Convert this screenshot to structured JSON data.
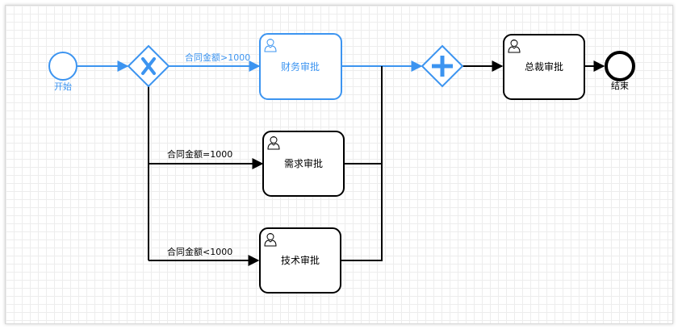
{
  "colors": {
    "active": "#3c94f0",
    "default": "#000000"
  },
  "nodes": {
    "start": {
      "label": "开始",
      "status": "completed"
    },
    "exclusive_gateway": {
      "type": "exclusive"
    },
    "finance_approval": {
      "label": "财务审批",
      "status": "completed",
      "icon": "user-icon"
    },
    "demand_approval": {
      "label": "需求审批",
      "status": "pending",
      "icon": "user-icon"
    },
    "tech_approval": {
      "label": "技术审批",
      "status": "pending",
      "icon": "user-icon"
    },
    "parallel_gateway": {
      "type": "parallel"
    },
    "ceo_approval": {
      "label": "总裁审批",
      "status": "pending",
      "icon": "user-icon"
    },
    "end": {
      "label": "结束",
      "status": "pending"
    }
  },
  "flows": {
    "gt1000": {
      "label": "合同金额>1000"
    },
    "eq1000": {
      "label": "合同金额=1000"
    },
    "lt1000": {
      "label": "合同金额<1000"
    }
  }
}
